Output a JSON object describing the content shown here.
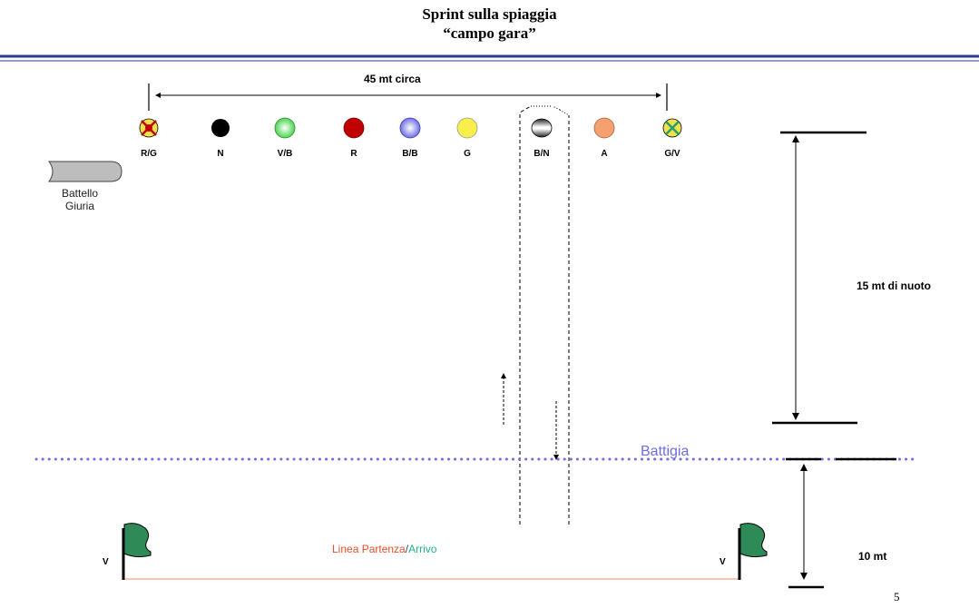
{
  "slide": {
    "title_line1": "Sprint sulla spiaggia",
    "title_line2": "“campo gara”",
    "page_number": "5"
  },
  "diagram": {
    "width_label": "45 mt  circa",
    "swim_label": "15 mt di nuoto",
    "beach_label": "10 mt",
    "shoreline_label": "Battigia",
    "start_label_part1": "Linea Partenza",
    "start_label_sep": "/",
    "start_label_part2": "Arrivo",
    "boat_label_line1": "Battello",
    "boat_label_line2": "Giuria",
    "flag_left_label": "V",
    "flag_right_label": "V",
    "buoys": [
      {
        "label": "R/G",
        "color": "#f4e04a"
      },
      {
        "label": "N",
        "color": "#000000"
      },
      {
        "label": "V/B",
        "color": "#49d64e"
      },
      {
        "label": "R",
        "color": "#c00000"
      },
      {
        "label": "B/B",
        "color": "#6f70e6"
      },
      {
        "label": "G",
        "color": "#f7f04a"
      },
      {
        "label": "B/N",
        "color": "#000000"
      },
      {
        "label": "A",
        "color": "#f4a070"
      },
      {
        "label": "G/V",
        "color": "#f4e04a"
      }
    ],
    "colors": {
      "title_rule": "#2b3a8f",
      "shoreline": "#6e6ee6",
      "start_red": "#e8502a",
      "start_green": "#20b488",
      "flag": "#2e8b57",
      "start_line": "#f4a08a"
    }
  }
}
